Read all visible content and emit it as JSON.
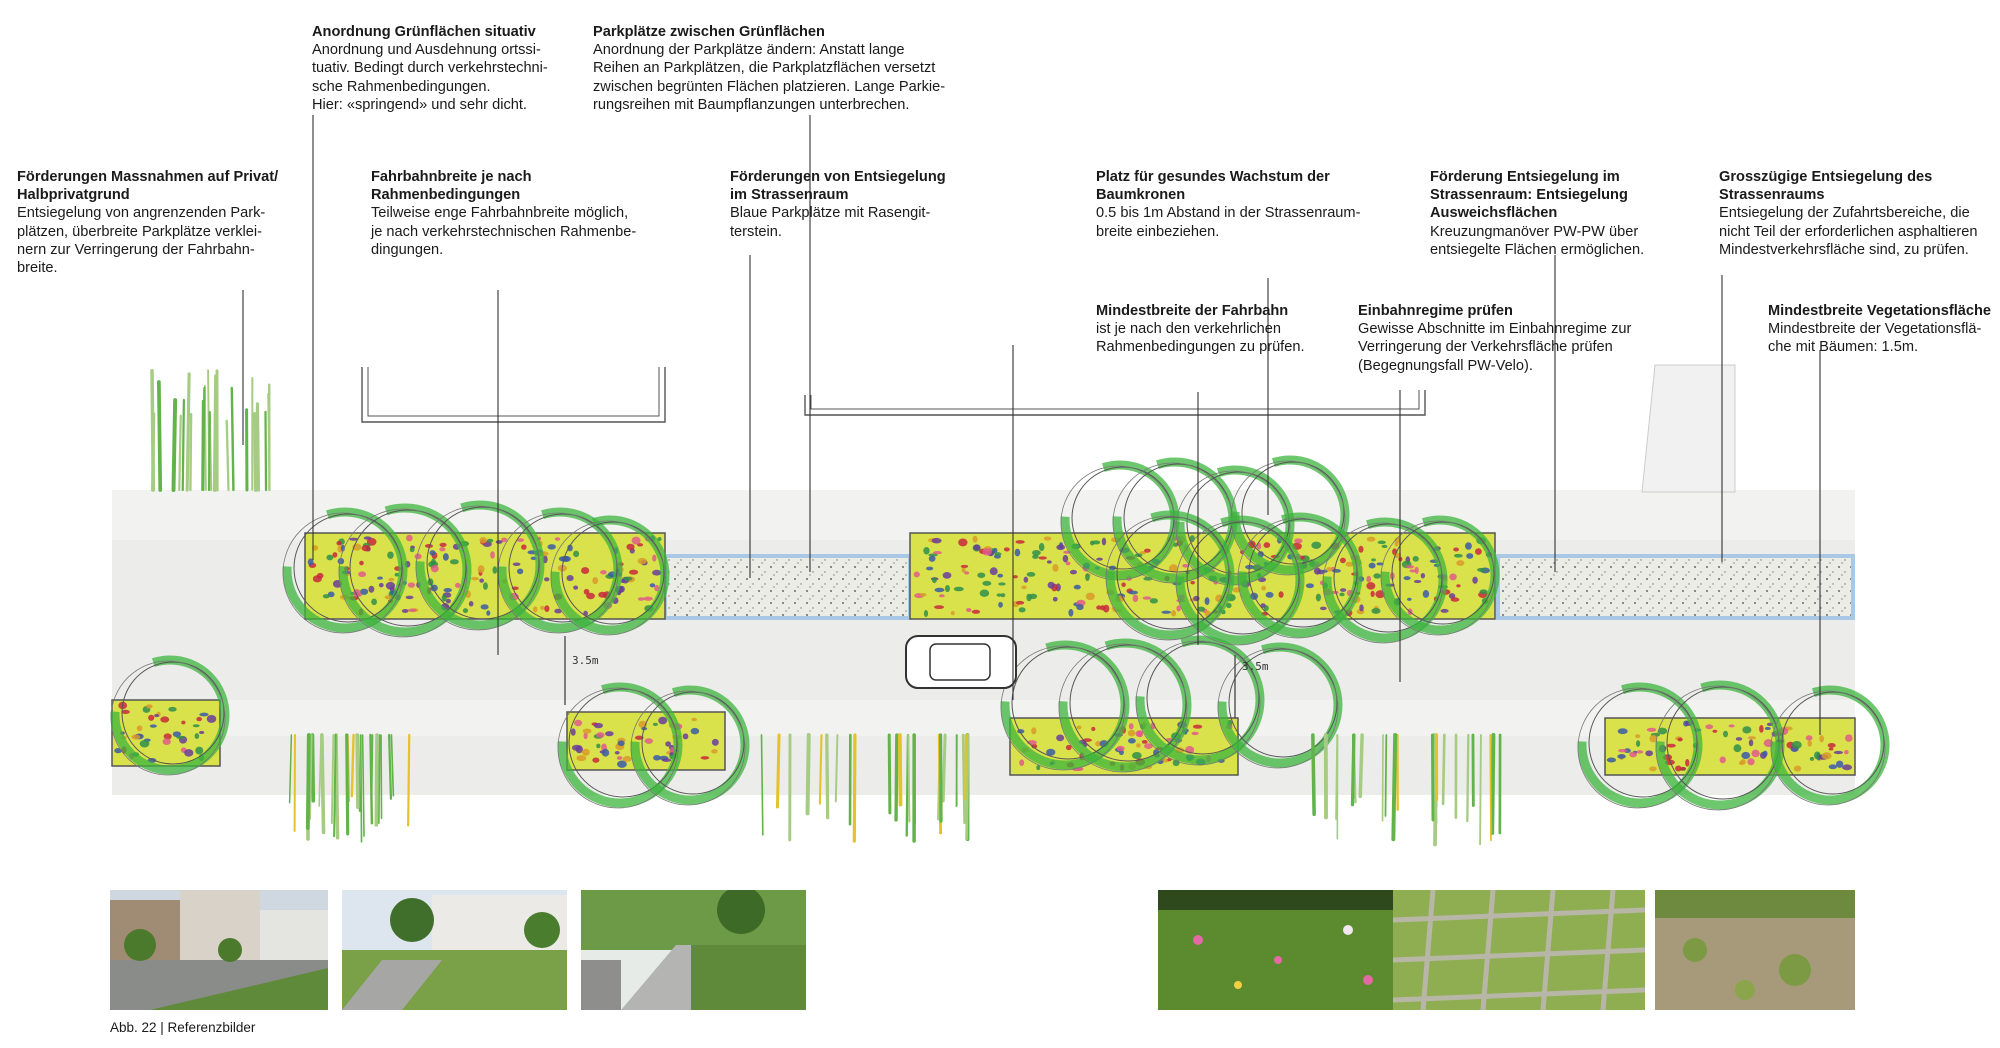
{
  "annotations": [
    {
      "id": "gruenflaechen-situativ",
      "title": "Anordnung Grünflächen situativ",
      "body": "Anordnung und Ausdehnung ortssi-\ntuativ. Bedingt durch verkehrstechni-\nsche Rahmenbedingungen.\nHier: «springend» und sehr dicht."
    },
    {
      "id": "parkplaetze-zwischen-gruen",
      "title": "Parkplätze zwischen Grünflächen",
      "body": "Anordnung der Parkplätze ändern: Anstatt lange\nReihen an Parkplätzen, die Parkplatzflächen versetzt\nzwischen begrünten Flächen platzieren. Lange Parkie-\nrungsreihen mit Baumpflanzungen unterbrechen."
    },
    {
      "id": "privatgrund",
      "title": "Förderungen Massnahmen auf Privat/\nHalbprivatgrund",
      "body": "Entsiegelung von angrenzenden Park-\nplätzen, überbreite Parkplätze verklei-\nnern zur Verringerung der Fahrbahn-\nbreite."
    },
    {
      "id": "fahrbahnbreite",
      "title": "Fahrbahnbreite je nach\nRahmenbedingungen",
      "body": "Teilweise enge Fahrbahnbreite möglich,\nje nach verkehrstechnischen Rahmenbe-\ndingungen."
    },
    {
      "id": "entsiegelung-strassenraum",
      "title": "Förderungen von Entsiegelung\nim Strassenraum",
      "body": "Blaue Parkplätze mit Rasengit-\nterstein."
    },
    {
      "id": "baumkronen",
      "title": "Platz für gesundes Wachstum der\nBaumkronen",
      "body": "0.5 bis 1m Abstand in der Strassenraum-\nbreite einbeziehen."
    },
    {
      "id": "ausweichflaechen",
      "title": "Förderung Entsiegelung im\nStrassenraum:  Entsiegelung\nAusweichsflächen",
      "body": "Kreuzungmanöver PW-PW über\nentsiegelte Flächen ermöglichen."
    },
    {
      "id": "grosszuegige-entsiegelung",
      "title": "Grosszügige Entsiegelung des\nStrassenraums",
      "body": "Entsiegelung der Zufahrtsbereiche, die\nnicht Teil der erforderlichen asphaltieren\nMindestverkehrsfläche sind, zu prüfen."
    },
    {
      "id": "mindestbreite-fahrbahn",
      "title": "Mindestbreite der Fahrbahn",
      "body": "ist je nach den verkehrlichen\nRahmenbedingungen zu prüfen."
    },
    {
      "id": "einbahnregime",
      "title": "Einbahnregime prüfen",
      "body": "Gewisse Abschnitte im Einbahnregime zur\nVerringerung der Verkehrsfläche prüfen\n(Begegnungsfall PW-Velo)."
    },
    {
      "id": "mindestbreite-vegetation",
      "title": "Mindestbreite Vegetationsfläche",
      "body": "Mindestbreite der Vegetationsflä-\nche mit Bäumen: 1.5m."
    }
  ],
  "dimension_labels": [
    "3.5m",
    "3.5m"
  ],
  "caption": "Abb. 22 | Referenzbilder",
  "photos": [
    "street-greenery-buildings",
    "street-trees-path",
    "sidewalk-trees",
    "wildflower-meadow",
    "grass-paver-grid",
    "gravel-grass-surface"
  ],
  "colors": {
    "asphalt": "#ececea",
    "planting": "#d9e24a",
    "tree": "#3cb43c",
    "paving": "#ebece6",
    "blue_parking": "#a8c8e6"
  }
}
